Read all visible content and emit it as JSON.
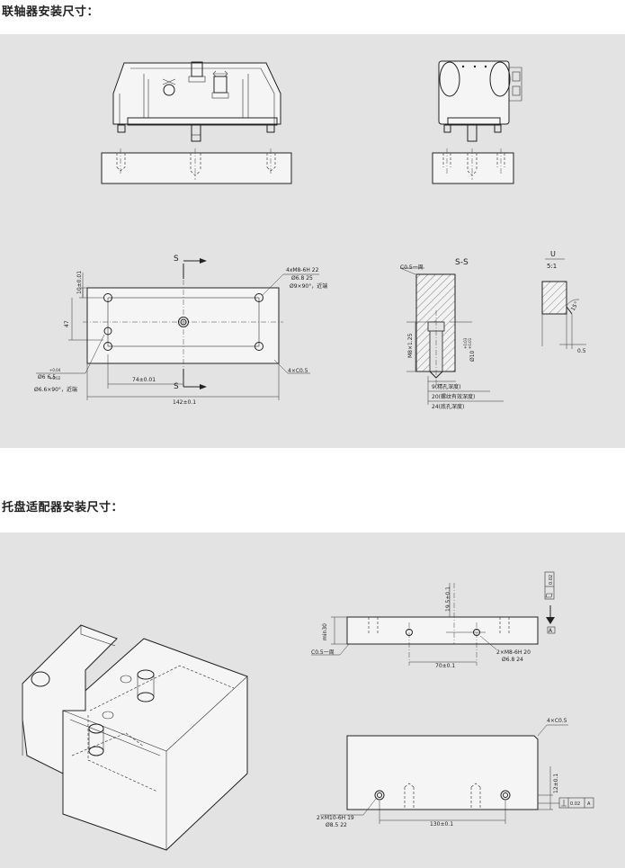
{
  "section1": {
    "title": "联轴器安装尺寸：",
    "section_marker": "S",
    "section_label": "S-S",
    "detail_view_letter": "U",
    "detail_view_scale": "5:1",
    "dim_top_offset": "10±0.01",
    "dim_height_47": "47",
    "dim_center_74": "74±0.01",
    "dim_length_142": "142±0.1",
    "callout_4xM8": "4xM8-6H",
    "callout_4xM8_depth": "22",
    "callout_bore_68": "Ø6.8",
    "callout_bore_68_depth": "25",
    "callout_chamfer_top": "Ø9×90°，近端",
    "callout_pin": "Ø6",
    "callout_pin_tol_upper": "+0.04",
    "callout_pin_tol_lower": "+0.02",
    "callout_pin_depth": "6.5",
    "callout_chamfer_pin": "Ø6.6×90°，近端",
    "callout_chamfer_corner": "4×C0.5",
    "ss_chamfer": "C0.5一周",
    "ss_thread": "M8×1.25",
    "ss_dia": "Ø",
    "ss_dia_value": "10",
    "ss_tol_upper": "+0.03",
    "ss_tol_lower": "+0.01",
    "ss_depth_9": "9(精孔深度)",
    "ss_depth_20": "20(螺纹有效深度)",
    "ss_depth_24": "24(底孔深度)",
    "u_dim_05": "0.5",
    "u_angle": "15°"
  },
  "section2": {
    "title": "托盘适配器安装尺寸：",
    "dim_min30": "min30",
    "dim_195": "19.5±0.1",
    "dim_70": "70±0.1",
    "callout_2xM8": "2×M8-6H",
    "callout_2xM8_depth": "20",
    "callout_2xM8_bore": "Ø6.8",
    "callout_2xM8_bore_depth": "24",
    "chamfer_around": "C0.5一周",
    "flatness_value": "0.02",
    "datum": "A",
    "corner_chamfer": "4×C0.5",
    "dim_12": "12±0.1",
    "perp_value": "0.02",
    "perp_datum": "A",
    "callout_2xM10": "2×M10-6H",
    "callout_2xM10_depth": "19",
    "callout_2xM10_bore": "Ø8.5",
    "callout_2xM10_bore_depth": "22",
    "dim_130": "130±0.1"
  }
}
